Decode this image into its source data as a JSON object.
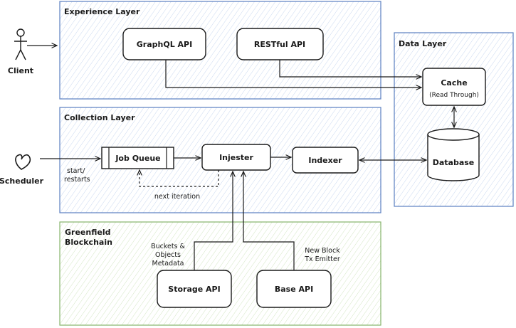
{
  "layers": {
    "experience": "Experience Layer",
    "collection": "Collection Layer",
    "data": "Data Layer",
    "greenfield_line1": "Greenfield",
    "greenfield_line2": "Blockchain"
  },
  "actors": {
    "client": "Client",
    "scheduler": "Scheduler"
  },
  "nodes": {
    "graphql_api": "GraphQL API",
    "restful_api": "RESTful API",
    "job_queue": "Job Queue",
    "injester": "Injester",
    "indexer": "Indexer",
    "cache": "Cache",
    "cache_sub": "(Read Through)",
    "database": "Database",
    "storage_api": "Storage API",
    "base_api": "Base API"
  },
  "edge_labels": {
    "start_restarts_1": "start/",
    "start_restarts_2": "restarts",
    "next_iteration": "next iteration",
    "buckets_1": "Buckets &",
    "buckets_2": "Objects",
    "buckets_3": "Metadata",
    "new_block_1": "New Block",
    "new_block_2": "Tx Emitter"
  },
  "colors": {
    "experience_border": "#5b7fc0",
    "experience_fill": "#eef3fb",
    "collection_border": "#5b7fc0",
    "collection_fill": "#eef3fb",
    "data_border": "#5b7fc0",
    "data_fill": "#eef3fb",
    "greenfield_border": "#86b36b",
    "greenfield_fill": "#f1f7ec"
  }
}
